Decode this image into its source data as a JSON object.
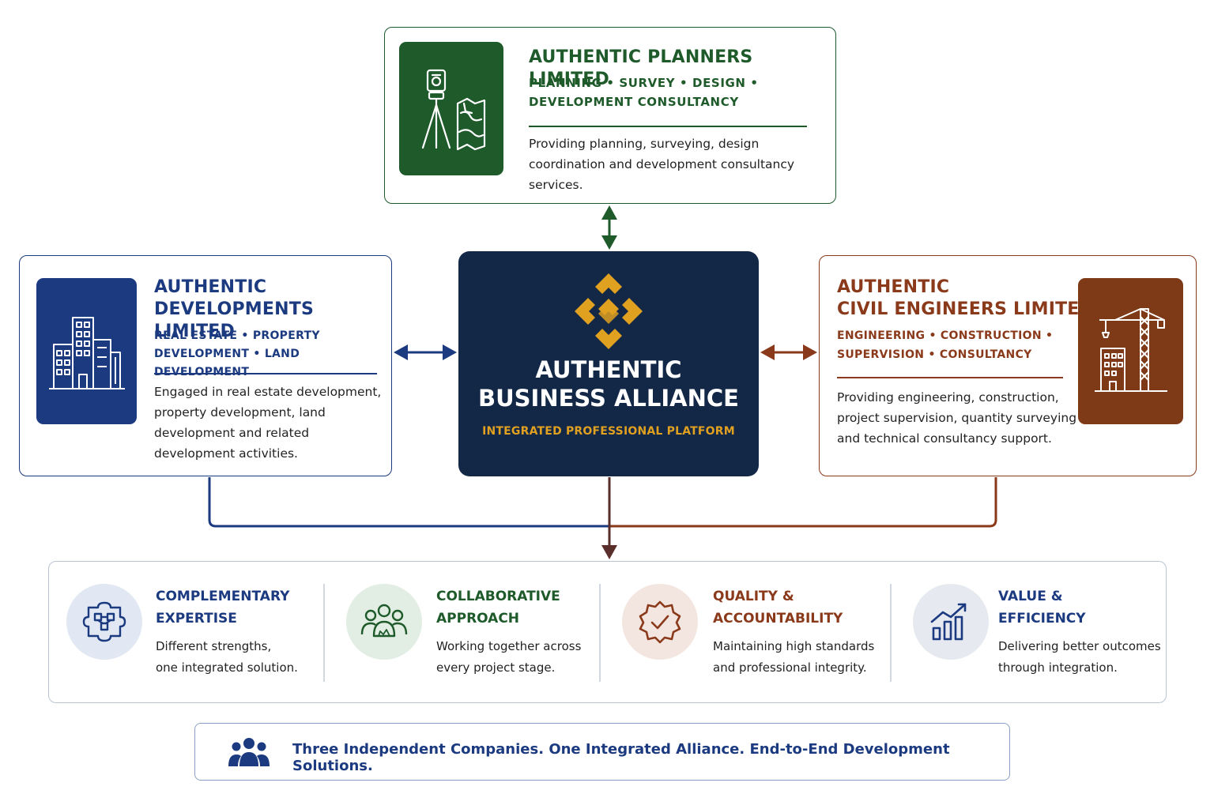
{
  "planners": {
    "title": "AUTHENTIC PLANNERS LIMITED",
    "tagline_1": "PLANNING • SURVEY • DESIGN •",
    "tagline_2": "DEVELOPMENT CONSULTANCY",
    "desc_1": "Providing planning, surveying, design",
    "desc_2": "coordination and development consultancy",
    "desc_3": "services.",
    "icon": "surveyor-theodolite-map-icon",
    "color": "#1e5a2a"
  },
  "developments": {
    "title_1": "AUTHENTIC",
    "title_2": "DEVELOPMENTS LIMITED",
    "tagline_1": "REAL ESTATE • PROPERTY",
    "tagline_2": "DEVELOPMENT • LAND DEVELOPMENT",
    "desc_1": "Engaged in real estate development,",
    "desc_2": "property development, land",
    "desc_3": "development and related",
    "desc_4": "development activities.",
    "icon": "buildings-icon",
    "color": "#1b3a80"
  },
  "civil": {
    "title_1": "AUTHENTIC",
    "title_2": "CIVIL ENGINEERS LIMITED",
    "tagline_1": "ENGINEERING • CONSTRUCTION •",
    "tagline_2": "SUPERVISION • CONSULTANCY",
    "desc_1": "Providing engineering, construction,",
    "desc_2": "project supervision, quantity surveying",
    "desc_3": "and technical consultancy support.",
    "icon": "construction-crane-icon",
    "color": "#8a3a1a"
  },
  "center": {
    "title_1": "AUTHENTIC",
    "title_2": "BUSINESS ALLIANCE",
    "subtitle": "INTEGRATED PROFESSIONAL PLATFORM",
    "icon": "alliance-logo-icon",
    "background": "#132747",
    "accent": "#e0a020"
  },
  "values": [
    {
      "title_1": "COMPLEMENTARY",
      "title_2": "EXPERTISE",
      "desc_1": "Different strengths,",
      "desc_2": "one integrated solution.",
      "icon": "puzzle-network-icon",
      "color": "#1b3a80"
    },
    {
      "title_1": "COLLABORATIVE",
      "title_2": "APPROACH",
      "desc_1": "Working together across",
      "desc_2": "every project stage.",
      "icon": "team-handshake-icon",
      "color": "#1e5a2a"
    },
    {
      "title_1": "QUALITY &",
      "title_2": "ACCOUNTABILITY",
      "desc_1": "Maintaining high standards",
      "desc_2": "and professional integrity.",
      "icon": "quality-badge-check-icon",
      "color": "#8a3a1a"
    },
    {
      "title_1": "VALUE &",
      "title_2": "EFFICIENCY",
      "desc_1": "Delivering better outcomes",
      "desc_2": "through integration.",
      "icon": "growth-chart-icon",
      "color": "#1b3a80"
    }
  ],
  "footer": {
    "text": "Three Independent Companies. One Integrated Alliance. End-to-End Development Solutions.",
    "icon": "people-group-icon"
  }
}
